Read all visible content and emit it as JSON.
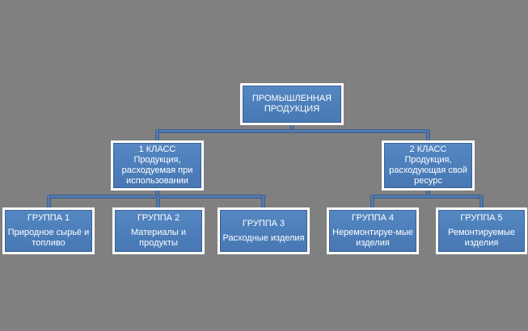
{
  "diagram": {
    "type": "hierarchy",
    "colors": {
      "background": "#808080",
      "node_fill": "#4F81BD",
      "node_border": "#FFFFFF",
      "node_inner_edge": "#2A4870",
      "connector": "#44679B",
      "text": "#FFFFFF"
    },
    "nodes": {
      "root": {
        "label": "ПРОМЫШЛЕННАЯ ПРОДУКЦИЯ"
      },
      "class1": {
        "title": "1 КЛАСС",
        "body": "Продукция, расходуемая при использовании"
      },
      "class2": {
        "title": "2 КЛАСС",
        "body": "Продукция, расходующая свой ресурс"
      },
      "group1": {
        "title": "ГРУППА 1",
        "body": "Природное сырьё и топливо"
      },
      "group2": {
        "title": "ГРУППА 2",
        "body": "Материалы и продукты"
      },
      "group3": {
        "title": "ГРУППА 3",
        "body": "Расходные изделия"
      },
      "group4": {
        "title": "ГРУППА 4",
        "body": "Неремонтируе-мые изделия"
      },
      "group5": {
        "title": "ГРУППА 5",
        "body": "Ремонтируемые изделия"
      }
    }
  }
}
